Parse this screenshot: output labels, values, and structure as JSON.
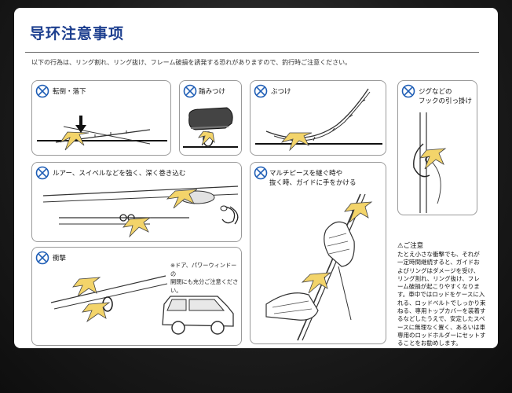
{
  "title": "导环注意事项",
  "intro": "以下の行為は、リング割れ、リング抜け、フレーム破損を誘発する恐れがありますので、釣行時ご注意ください。",
  "panels": [
    {
      "label": "転倒・落下"
    },
    {
      "label": "踏みつけ"
    },
    {
      "label": "ぶつけ"
    },
    {
      "label": "ジグなどの\nフックの引っ掛け"
    },
    {
      "label": "ルアー、スイベルなどを強く、深く巻き込む"
    },
    {
      "label": "マルチピースを継ぐ時や\n抜く時、ガイドに手をかける"
    },
    {
      "label": "衝撃",
      "note": "※ドア、パワーウィンドーの\n開閉にも充分ご注意ください。"
    }
  ],
  "caution": {
    "title": "ご注意",
    "body": "たとえ小さな衝撃でも、それが\n一定時間継続すると、ガイドお\nよびリングはダメージを受け、\nリング割れ、リング抜け、フレ\nーム破損が起こりやすくなりま\nす。車中ではロッドをケースに入\nれる、ロッドベルトでしっかり束\nねる、専用トップカバーを装着す\nるなどしたうえで、安定したスペ\nースに無理なく置く、あるいは車\n専用のロッドホルダーにセットす\nることをお勧めします。"
  },
  "colors": {
    "title": "#1d3f8f",
    "mark": "#1e5db5",
    "impact": "#f3d46a"
  }
}
